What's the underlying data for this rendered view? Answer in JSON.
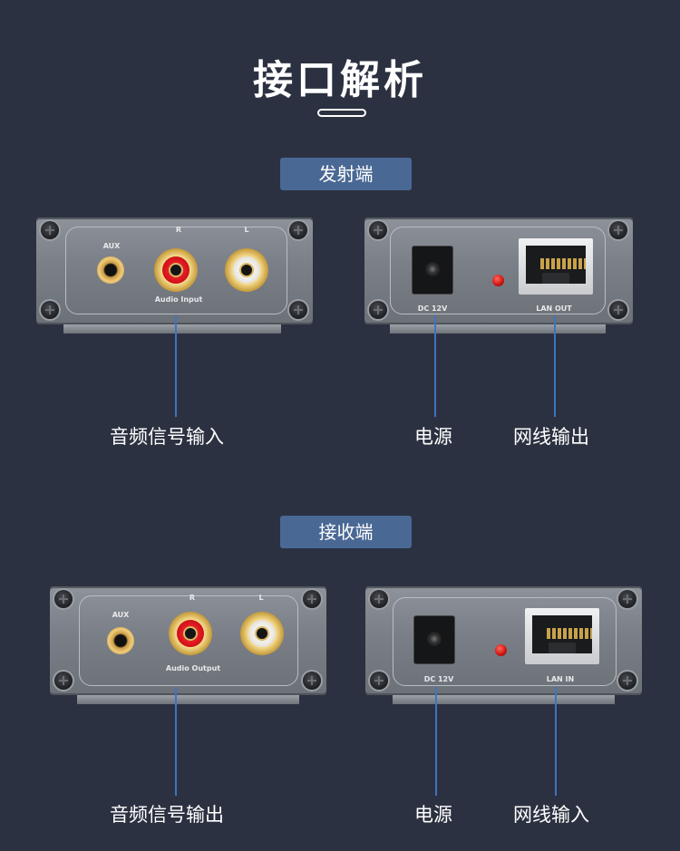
{
  "title": "接口解析",
  "sections": [
    {
      "badge": "发射端",
      "left_device": {
        "aux": "AUX",
        "r": "R",
        "l": "L",
        "caption": "Audio Input"
      },
      "right_device": {
        "dc": "DC 12V",
        "lan": "LAN OUT"
      },
      "labels": {
        "audio": "音频信号输入",
        "power": "电源",
        "network": "网线输出"
      }
    },
    {
      "badge": "接收端",
      "left_device": {
        "aux": "AUX",
        "r": "R",
        "l": "L",
        "caption": "Audio Output"
      },
      "right_device": {
        "dc": "DC 12V",
        "lan": "LAN IN"
      },
      "labels": {
        "audio": "音频信号输出",
        "power": "电源",
        "network": "网线输入"
      }
    }
  ],
  "colors": {
    "background": "#2b3140",
    "badge": "#4a6894",
    "leader_line": "#3f73c2",
    "led": "#d21818"
  }
}
